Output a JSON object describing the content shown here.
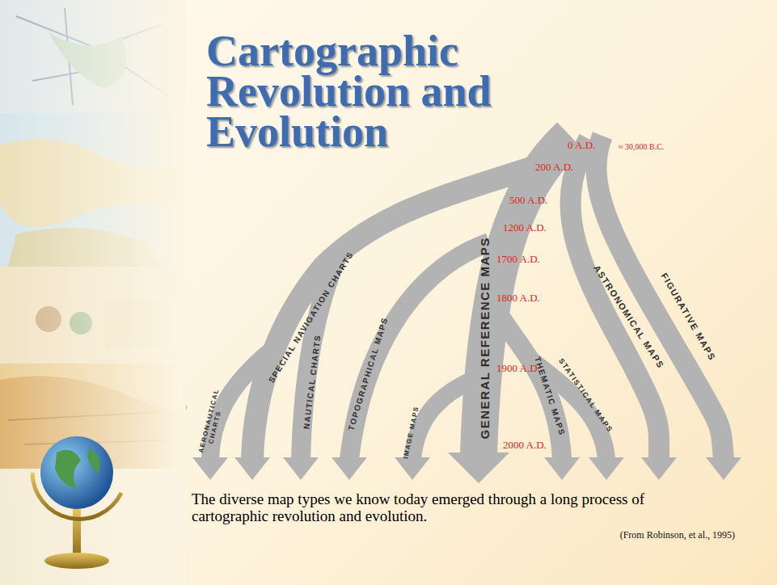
{
  "diagram": {
    "title": "Cartographic Revolution and Evolution",
    "caption": "The diverse map types we know today emerged through a long process of cartographic revolution and evolution.",
    "nodes": [
      {
        "text": [
          "AERONAUTICAL CHARTS"
        ]
      },
      {
        "text": [
          "SPECIAL NAVIGATION CHARTS"
        ]
      },
      {
        "text": [
          "NAUTICAL CHARTS"
        ]
      },
      {
        "text": [
          "TOPOGRAPHICAL MAPS"
        ]
      },
      {
        "text": [
          "IMAGE MAPS"
        ]
      },
      {
        "text": [
          "GENERAL REFERENCE MAPS"
        ]
      },
      {
        "text": [
          "THEMATIC MAPS"
        ]
      },
      {
        "text": [
          "STATISTICAL MAPS"
        ]
      },
      {
        "text": [
          "ASTRONOMICAL MAPS"
        ]
      },
      {
        "text": [
          "FIGURATIVE MAPS"
        ]
      }
    ],
    "labels": [
      "0 A.D.",
      "≈ 30,000 B.C.",
      "200 A.D.",
      "500 A.D.",
      "1200 A.D.",
      "1700 A.D.",
      "1800 A.D.",
      "1900 A.D.",
      "2000 A.D.",
      "(From Robinson, et al., 1995)"
    ]
  }
}
